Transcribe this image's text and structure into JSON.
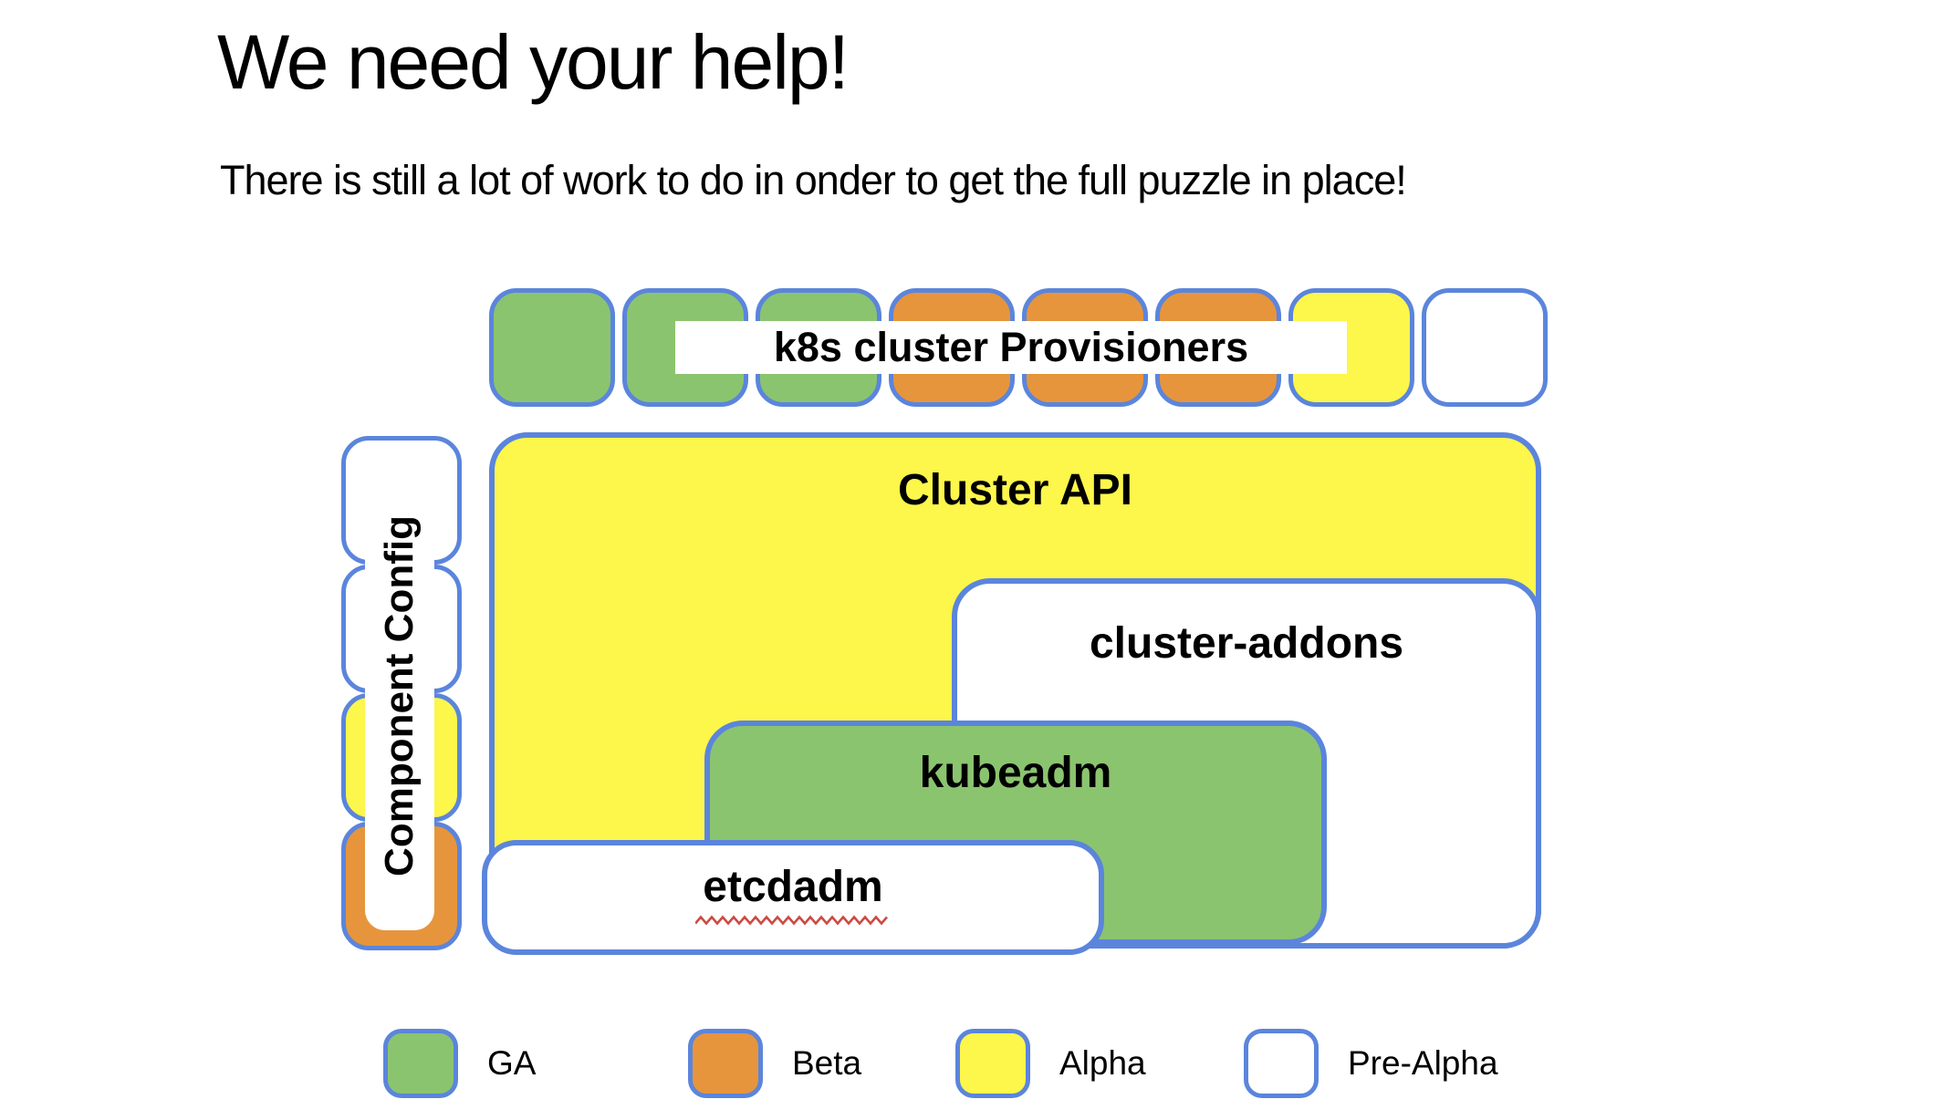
{
  "slide": {
    "title": "We need your help!",
    "subtitle": "There is still a lot of work to do in onder to get the full puzzle in place!"
  },
  "colors": {
    "ga": "#8bc46f",
    "beta": "#e6953c",
    "alpha": "#fdf64b",
    "prealpha": "#ffffff",
    "border": "#5b85dc",
    "squiggle": "#cc4b42",
    "text": "#000000",
    "background": "#ffffff"
  },
  "diagram": {
    "provisioners": {
      "label": "k8s cluster Provisioners",
      "squares": [
        "ga",
        "ga",
        "ga",
        "beta",
        "beta",
        "beta",
        "alpha",
        "prealpha"
      ]
    },
    "component_config": {
      "label": "Component Config",
      "squares": [
        "prealpha",
        "prealpha",
        "alpha",
        "beta"
      ]
    },
    "boxes": {
      "cluster_api": {
        "label": "Cluster API",
        "status": "alpha"
      },
      "cluster_addons": {
        "label": "cluster-addons",
        "status": "prealpha"
      },
      "kubeadm": {
        "label": "kubeadm",
        "status": "ga"
      },
      "etcdadm": {
        "label": "etcdadm",
        "status": "prealpha",
        "spellcheck_underline": true
      }
    }
  },
  "legend": {
    "items": [
      {
        "label": "GA",
        "status": "ga"
      },
      {
        "label": "Beta",
        "status": "beta"
      },
      {
        "label": "Alpha",
        "status": "alpha"
      },
      {
        "label": "Pre-Alpha",
        "status": "prealpha"
      }
    ]
  }
}
